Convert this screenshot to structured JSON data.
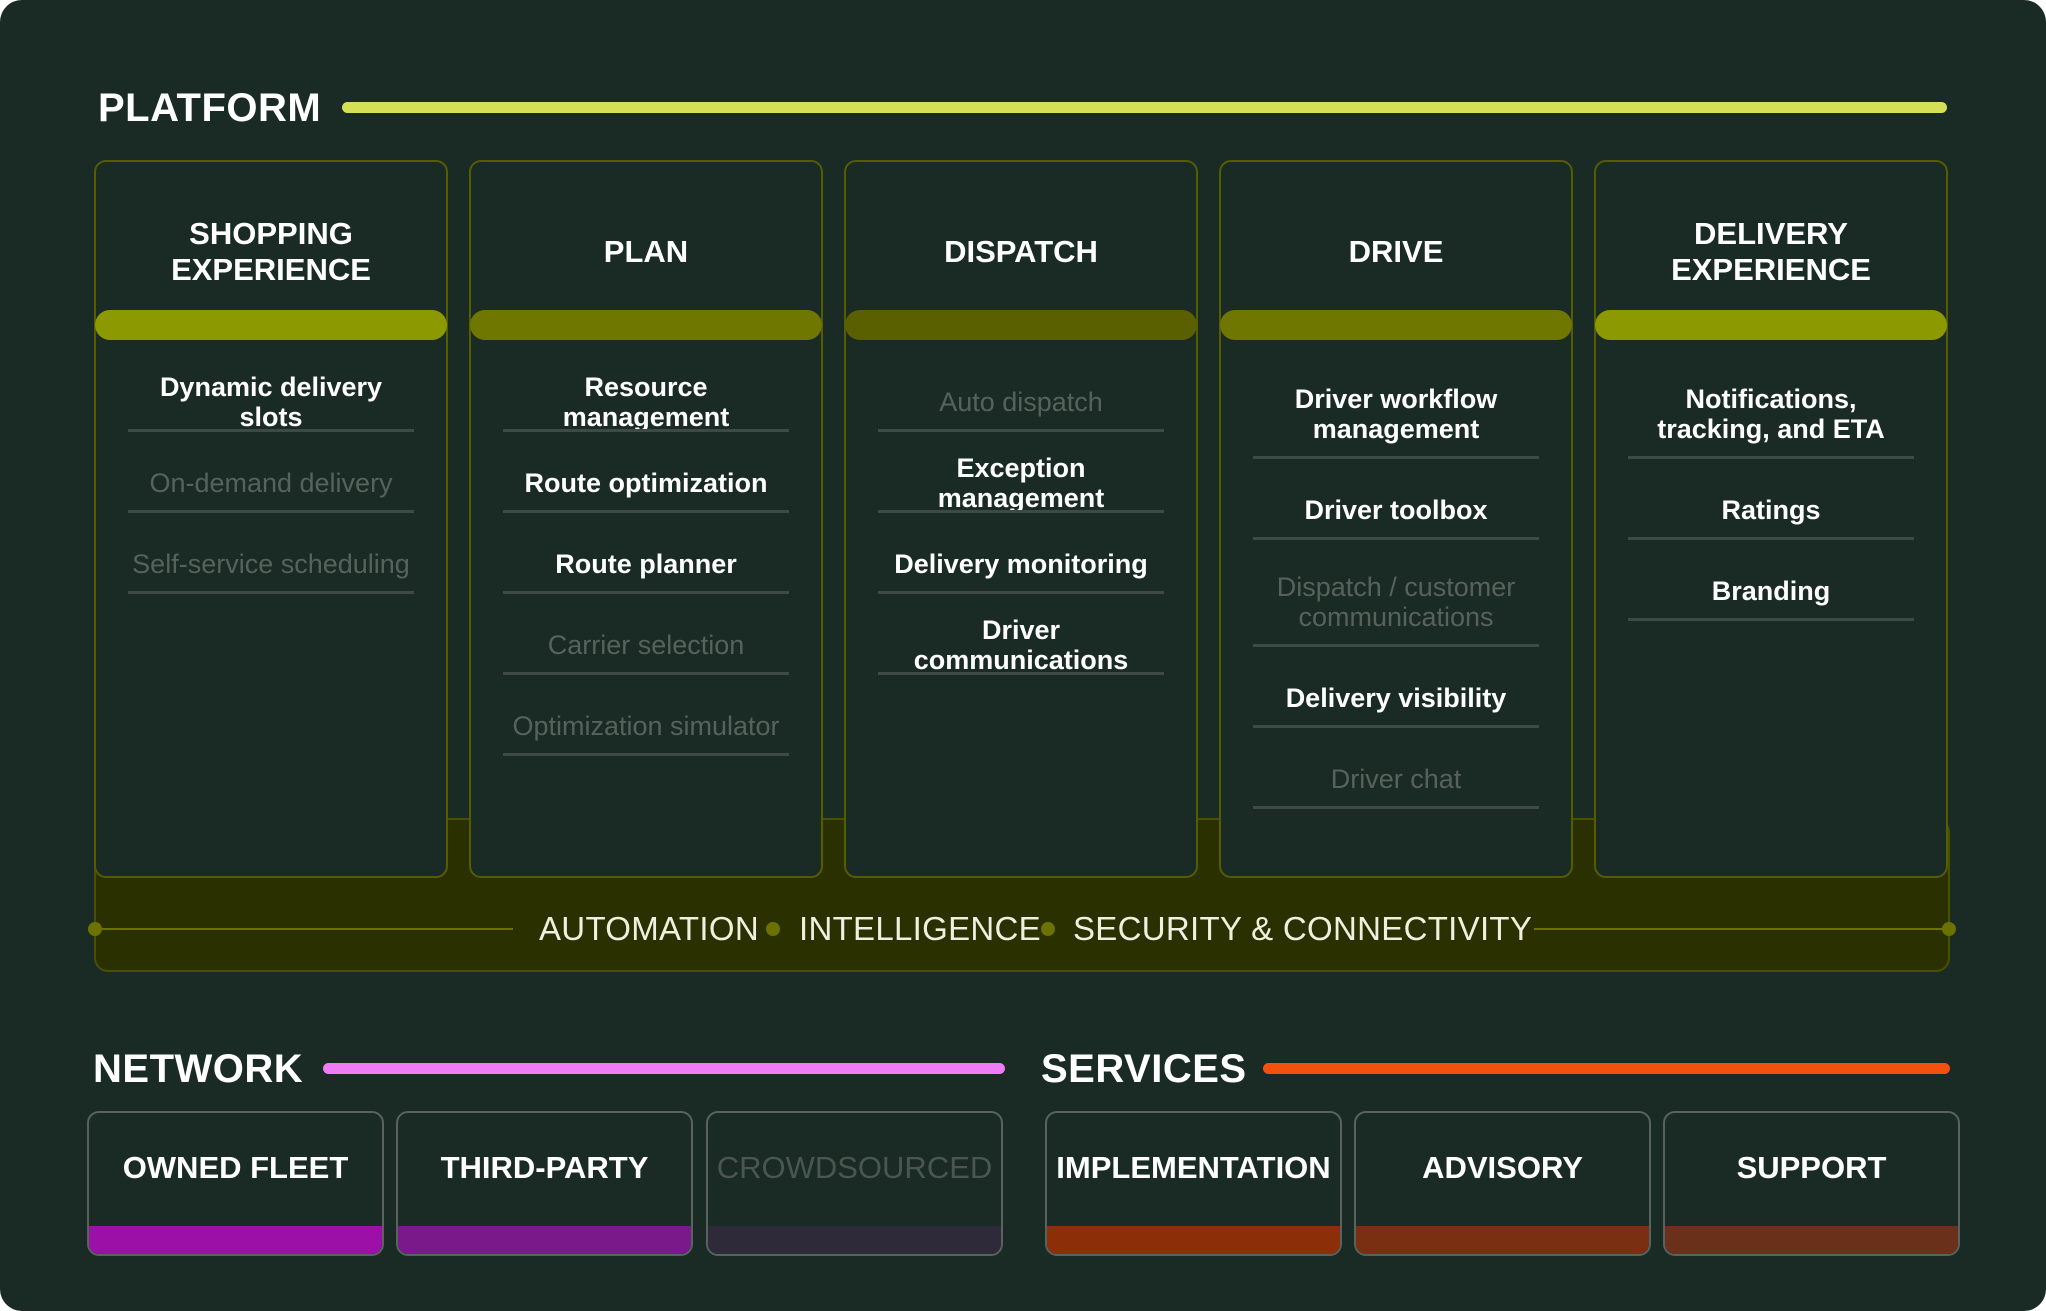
{
  "platform": {
    "title": "PLATFORM",
    "accent": "#d4e157",
    "columns": [
      {
        "title": "SHOPPING\nEXPERIENCE",
        "bar_color": "#8c9900",
        "items": [
          {
            "label": "Dynamic delivery slots",
            "active": true
          },
          {
            "label": "On-demand delivery",
            "active": false
          },
          {
            "label": "Self-service scheduling",
            "active": false
          }
        ]
      },
      {
        "title": "PLAN",
        "bar_color": "#6f7700",
        "items": [
          {
            "label": "Resource management",
            "active": true
          },
          {
            "label": "Route optimization",
            "active": true
          },
          {
            "label": "Route planner",
            "active": true
          },
          {
            "label": "Carrier selection",
            "active": false
          },
          {
            "label": "Optimization simulator",
            "active": false
          }
        ]
      },
      {
        "title": "DISPATCH",
        "bar_color": "#5a5f00",
        "items": [
          {
            "label": "Auto dispatch",
            "active": false
          },
          {
            "label": "Exception management",
            "active": true
          },
          {
            "label": "Delivery monitoring",
            "active": true
          },
          {
            "label": "Driver communications",
            "active": true
          }
        ]
      },
      {
        "title": "DRIVE",
        "bar_color": "#6f7700",
        "items": [
          {
            "label": "Driver workflow\nmanagement",
            "active": true
          },
          {
            "label": "Driver toolbox",
            "active": true
          },
          {
            "label": "Dispatch / customer\ncommunications",
            "active": false
          },
          {
            "label": "Delivery visibility",
            "active": true
          },
          {
            "label": "Driver chat",
            "active": false
          }
        ]
      },
      {
        "title": "DELIVERY\nEXPERIENCE",
        "bar_color": "#8c9900",
        "items": [
          {
            "label": "Notifications,\ntracking, and ETA",
            "active": true
          },
          {
            "label": "Ratings",
            "active": true
          },
          {
            "label": "Branding",
            "active": true
          }
        ]
      }
    ],
    "foundation": [
      "AUTOMATION",
      "INTELLIGENCE",
      "SECURITY & CONNECTIVITY"
    ]
  },
  "network": {
    "title": "NETWORK",
    "accent": "#f07cf5",
    "cards": [
      {
        "label": "OWNED FLEET",
        "bar_color": "#9c10a8",
        "dim": false
      },
      {
        "label": "THIRD-PARTY",
        "bar_color": "#7a1a8a",
        "dim": false
      },
      {
        "label": "CROWDSOURCED",
        "bar_color": "#2e2a3a",
        "dim": true
      }
    ]
  },
  "services": {
    "title": "SERVICES",
    "accent": "#f4510e",
    "cards": [
      {
        "label": "IMPLEMENTATION",
        "bar_color": "#8c2e08",
        "dim": false
      },
      {
        "label": "ADVISORY",
        "bar_color": "#7a2f12",
        "dim": false
      },
      {
        "label": "SUPPORT",
        "bar_color": "#6a301a",
        "dim": false
      }
    ]
  }
}
